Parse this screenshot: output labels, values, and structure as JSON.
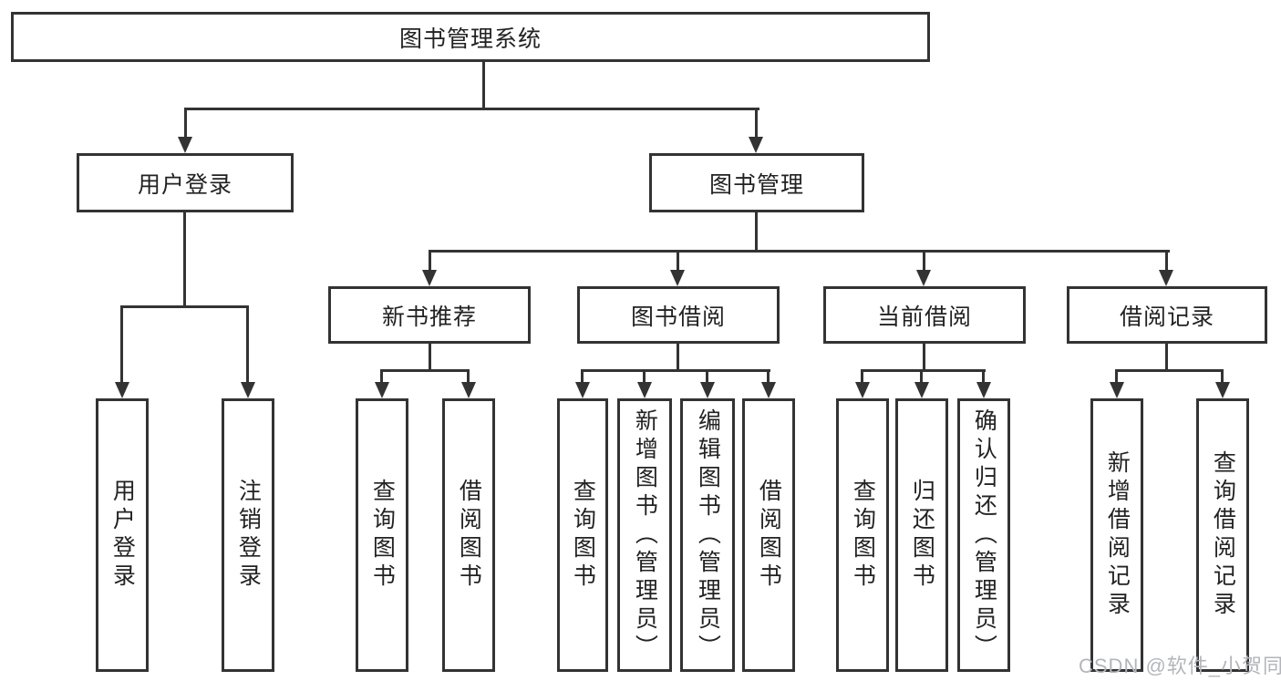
{
  "nodes": {
    "root": "图书管理系统",
    "level2": [
      "用户登录",
      "图书管理"
    ],
    "level3": [
      "新书推荐",
      "图书借阅",
      "当前借阅",
      "借阅记录"
    ],
    "leaves": [
      "用户登录",
      "注销登录",
      "查询图书",
      "借阅图书",
      "查询图书",
      "新增图书（管理员）",
      "编辑图书（管理员）",
      "借阅图书",
      "查询图书",
      "归还图书",
      "确认归还（管理员）",
      "新增借阅记录",
      "查询借阅记录"
    ]
  },
  "hierarchy": {
    "图书管理系统": {
      "用户登录": [
        "用户登录",
        "注销登录"
      ],
      "图书管理": {
        "新书推荐": [
          "查询图书",
          "借阅图书"
        ],
        "图书借阅": [
          "查询图书",
          "新增图书（管理员）",
          "编辑图书（管理员）",
          "借阅图书"
        ],
        "当前借阅": [
          "查询图书",
          "归还图书",
          "确认归还（管理员）"
        ],
        "借阅记录": [
          "新增借阅记录",
          "查询借阅记录"
        ]
      }
    }
  },
  "watermark": "CSDN @软件_小贺同学",
  "colors": {
    "line": "#333333",
    "text": "#222222",
    "watermark": "#b2b6bc",
    "background": "#ffffff"
  }
}
